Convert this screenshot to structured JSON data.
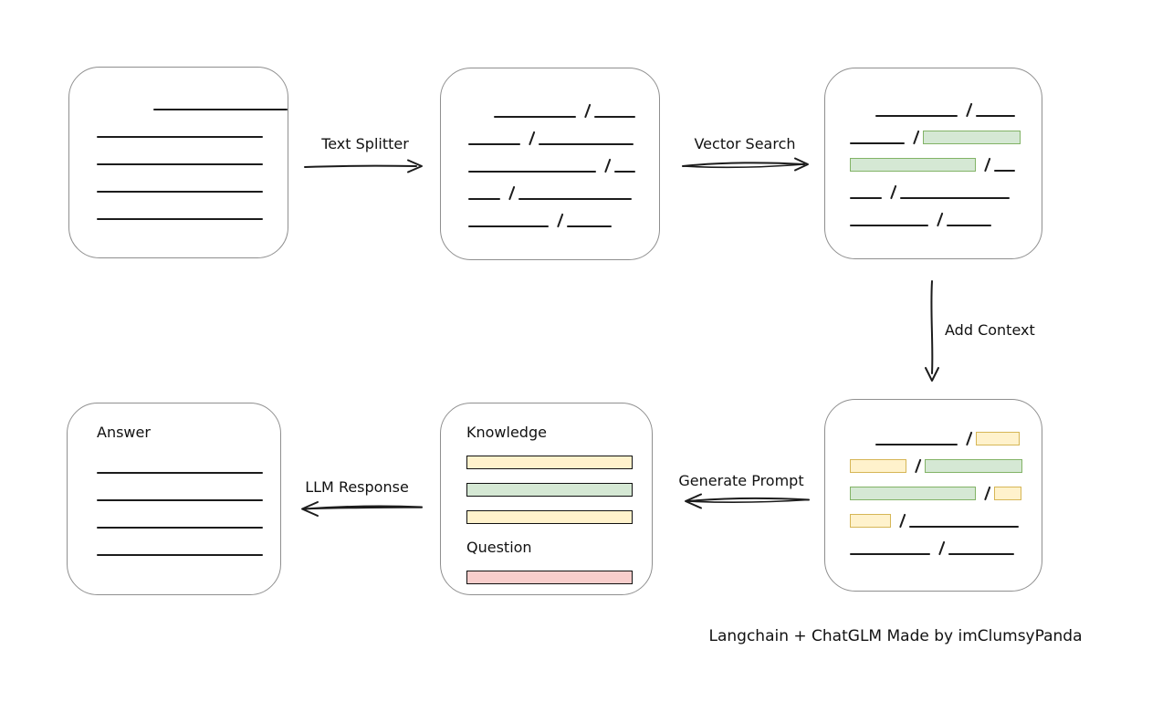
{
  "caption": "Langchain + ChatGLM Made by imClumsyPanda",
  "labels": {
    "text_splitter": "Text Splitter",
    "vector_search": "Vector Search",
    "add_context": "Add Context",
    "generate_prompt": "Generate Prompt",
    "llm_response": "LLM Response",
    "knowledge": "Knowledge",
    "question": "Question",
    "answer": "Answer"
  },
  "colors": {
    "line": "#1c1c1c",
    "box_border": "#8f8f8f",
    "green_fill": "#d5e8d4",
    "green_border": "#82b366",
    "yellow_fill": "#fff2cc",
    "yellow_border": "#d6b656",
    "red_fill": "#f8cecc",
    "red_border": "#b85450"
  },
  "boxes": {
    "document": {
      "rows": [
        {
          "indent": 62,
          "segments": [
            [
              "line",
              150
            ]
          ]
        },
        {
          "segments": [
            [
              "line",
              182
            ]
          ]
        },
        {
          "segments": [
            [
              "line",
              182
            ]
          ]
        },
        {
          "segments": [
            [
              "line",
              182
            ]
          ]
        },
        {
          "segments": [
            [
              "line",
              182
            ]
          ]
        }
      ]
    },
    "chunks": {
      "rows": [
        {
          "indent": 28,
          "segments": [
            [
              "line",
              90
            ],
            [
              "slash"
            ],
            [
              "line",
              45
            ]
          ]
        },
        {
          "segments": [
            [
              "line",
              57
            ],
            [
              "slash"
            ],
            [
              "line",
              104
            ]
          ]
        },
        {
          "segments": [
            [
              "line",
              140
            ],
            [
              "slash"
            ],
            [
              "line",
              23
            ]
          ]
        },
        {
          "segments": [
            [
              "line",
              35
            ],
            [
              "slash"
            ],
            [
              "line",
              124
            ]
          ]
        },
        {
          "segments": [
            [
              "line",
              88
            ],
            [
              "slash"
            ],
            [
              "line",
              49
            ]
          ]
        }
      ]
    },
    "searched": {
      "rows": [
        {
          "indent": 28,
          "segments": [
            [
              "line",
              90
            ],
            [
              "slash"
            ],
            [
              "line",
              43
            ]
          ]
        },
        {
          "segments": [
            [
              "line",
              60
            ],
            [
              "slash"
            ],
            [
              "green",
              107
            ]
          ]
        },
        {
          "segments": [
            [
              "green",
              138
            ],
            [
              "slash"
            ],
            [
              "line",
              23
            ]
          ]
        },
        {
          "segments": [
            [
              "line",
              35
            ],
            [
              "slash"
            ],
            [
              "line",
              120
            ]
          ]
        },
        {
          "segments": [
            [
              "line",
              86
            ],
            [
              "slash"
            ],
            [
              "line",
              49
            ]
          ]
        }
      ]
    },
    "context": {
      "rows": [
        {
          "indent": 28,
          "segments": [
            [
              "line",
              90
            ],
            [
              "slash"
            ],
            [
              "yellow",
              48
            ]
          ]
        },
        {
          "segments": [
            [
              "yellow",
              62
            ],
            [
              "slash"
            ],
            [
              "green",
              107
            ]
          ]
        },
        {
          "segments": [
            [
              "green",
              138
            ],
            [
              "slash"
            ],
            [
              "yellow",
              30
            ]
          ]
        },
        {
          "segments": [
            [
              "yellow",
              45
            ],
            [
              "slash"
            ],
            [
              "line",
              120
            ]
          ]
        },
        {
          "segments": [
            [
              "line",
              88
            ],
            [
              "slash"
            ],
            [
              "line",
              72
            ]
          ]
        }
      ]
    },
    "prompt": {
      "knowledge_bars": [
        {
          "color": "yellow",
          "w": 182
        },
        {
          "color": "green",
          "w": 182
        },
        {
          "color": "yellow",
          "w": 182
        }
      ],
      "question_bars": [
        {
          "color": "red",
          "w": 182
        }
      ]
    },
    "answer": {
      "rows": [
        {
          "segments": [
            [
              "line",
              182
            ]
          ]
        },
        {
          "segments": [
            [
              "line",
              182
            ]
          ]
        },
        {
          "segments": [
            [
              "line",
              182
            ]
          ]
        },
        {
          "segments": [
            [
              "line",
              182
            ]
          ]
        }
      ]
    }
  }
}
